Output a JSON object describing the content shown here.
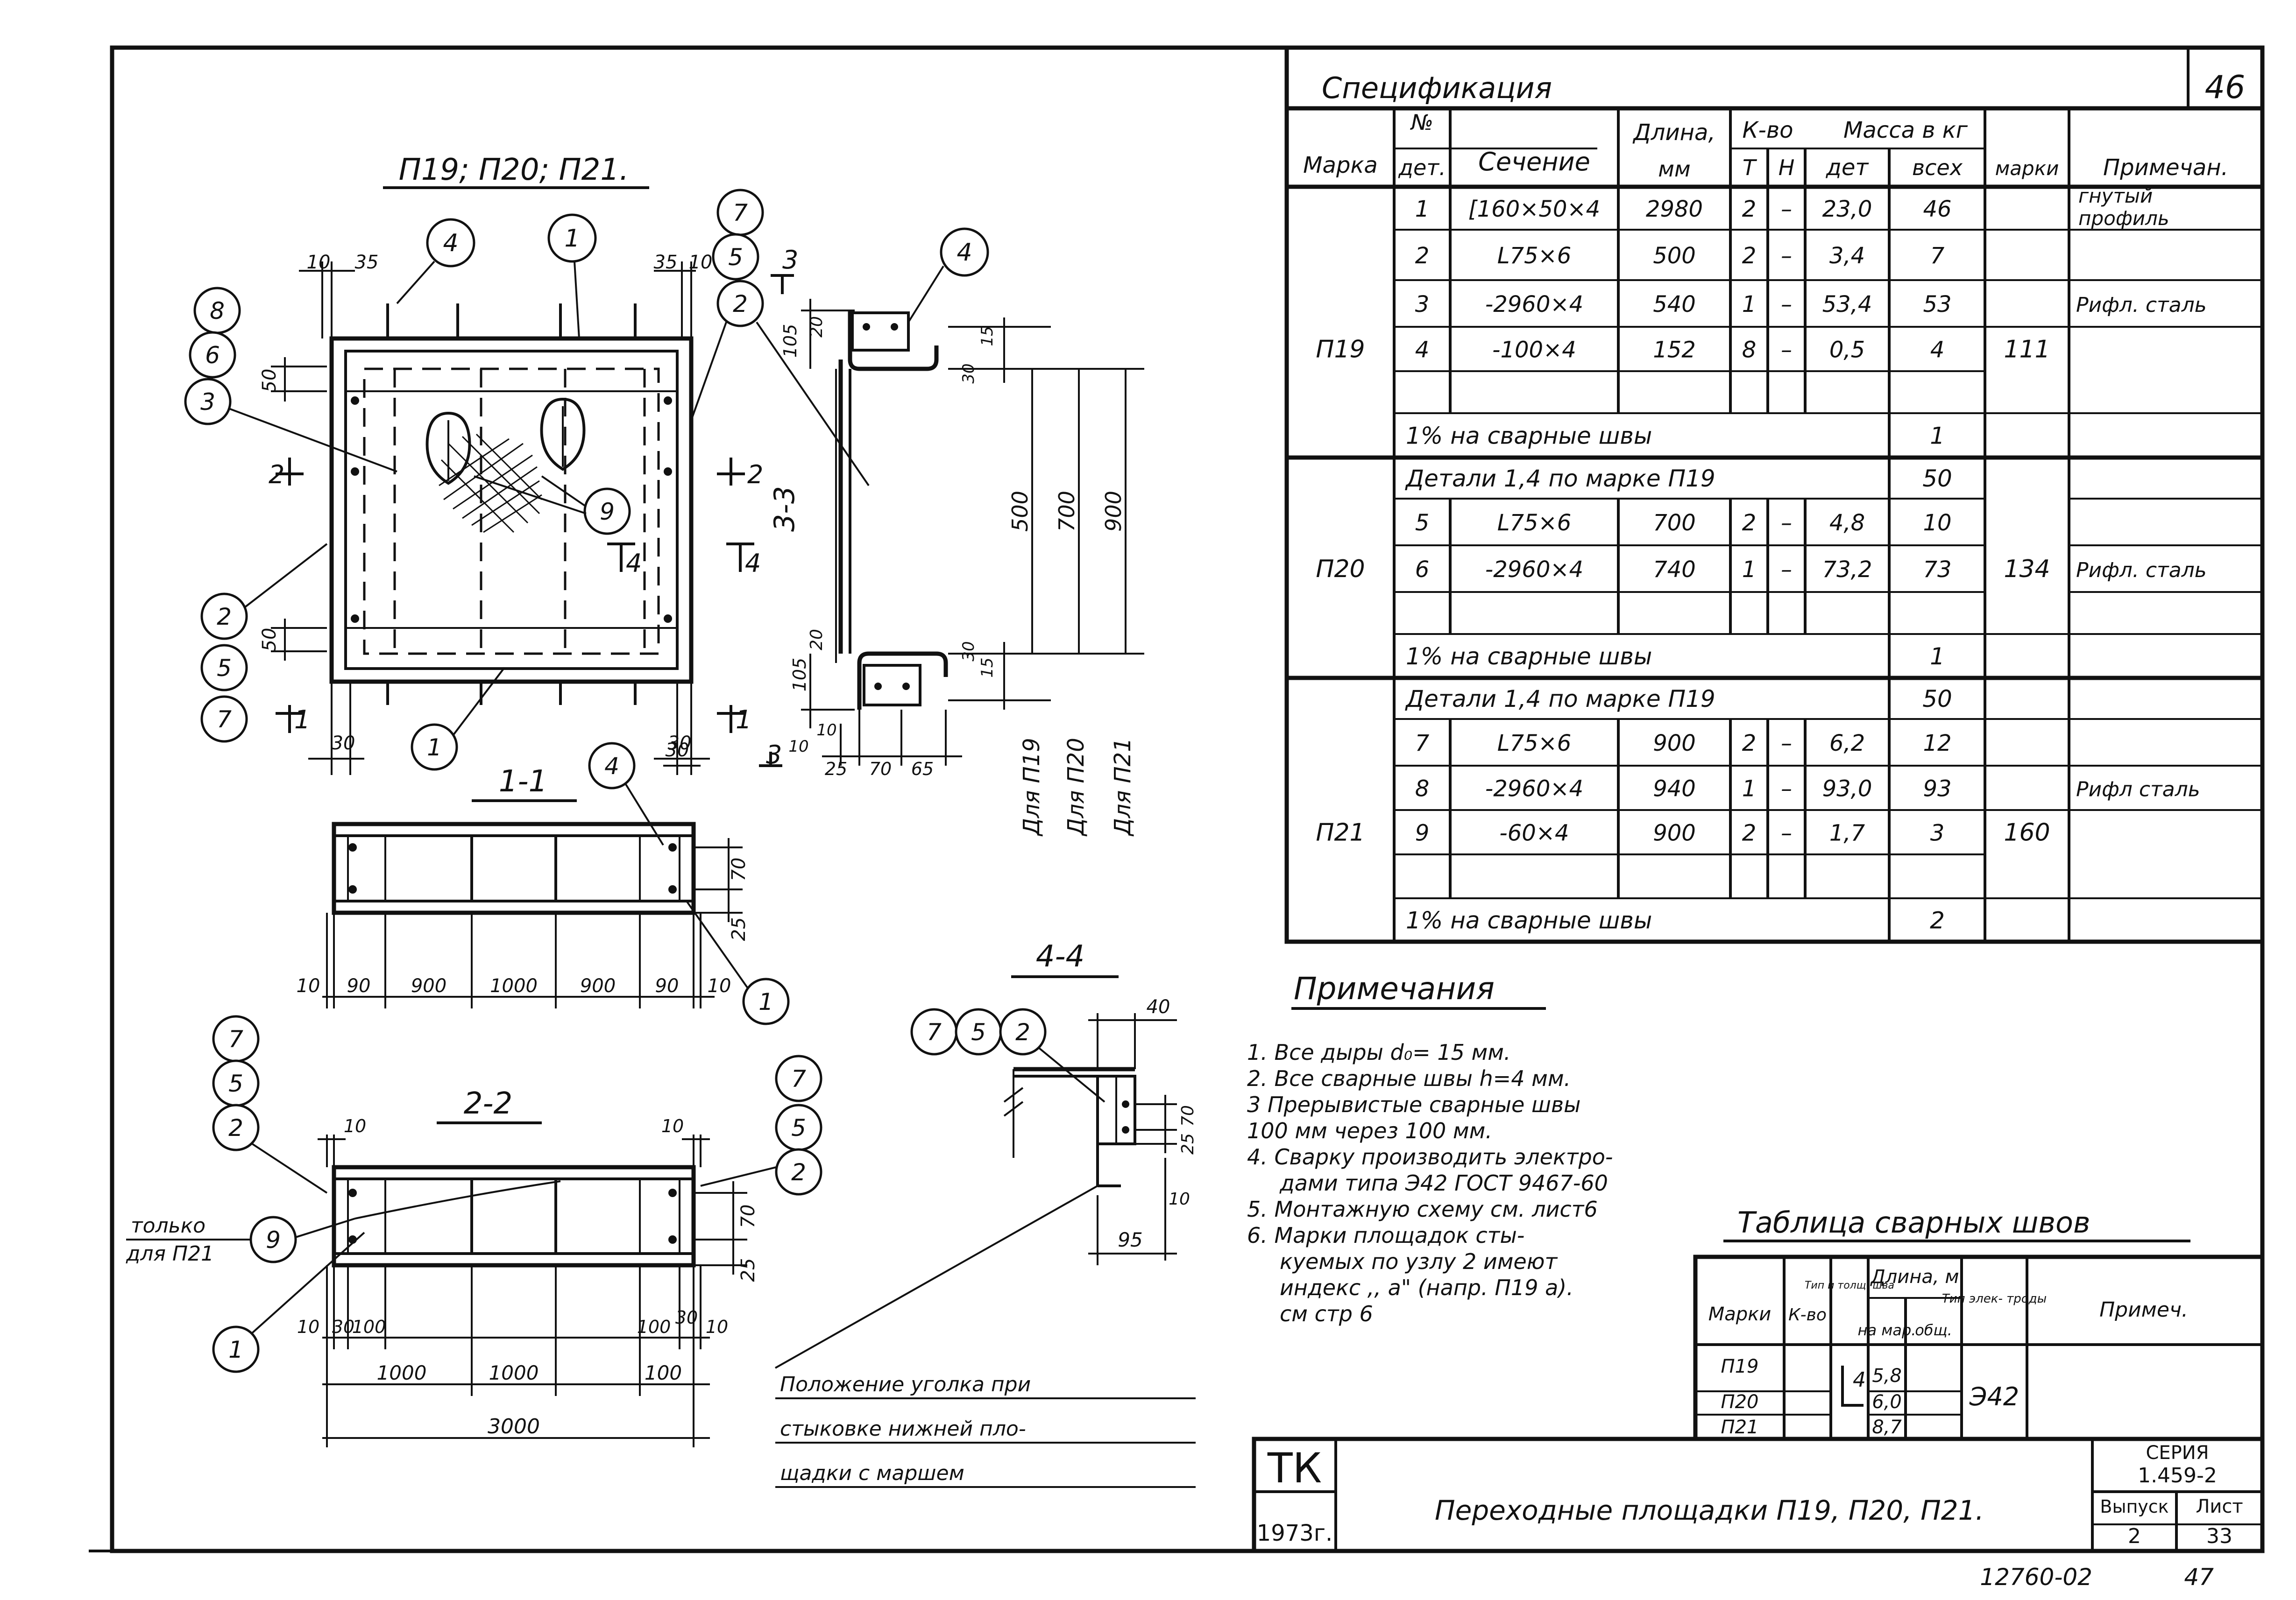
{
  "sheet": {
    "corner_number": "46",
    "stamp_org": "ТК",
    "stamp_year": "1973г.",
    "title": "Переходные площадки П19, П20, П21.",
    "series_label": "СЕРИЯ",
    "series_value": "1.459-2",
    "issue_label": "Выпуск",
    "issue_value": "2",
    "sheet_label": "Лист",
    "sheet_value": "33",
    "archive_code": "12760-02",
    "archive_page": "47"
  },
  "spec": {
    "title": "Спецификация",
    "headers": {
      "mark": "Марка",
      "det_no_top": "№",
      "det_no_bottom": "дет.",
      "section": "Сечение",
      "length_top": "Длина,",
      "length_bottom": "мм",
      "qty": "К-во",
      "qty_t": "Т",
      "qty_n": "Н",
      "mass": "Масса в кг",
      "mass_det": "дет",
      "mass_all": "всех",
      "mass_mark": "марки",
      "note": "Примечан."
    },
    "rows": [
      {
        "mark": "",
        "det": "1",
        "section": "[160×50×4",
        "length": "2980",
        "t": "2",
        "n": "–",
        "m_det": "23,0",
        "m_all": "46",
        "m_mark": "",
        "note": "гнутый профиль"
      },
      {
        "mark": "",
        "det": "2",
        "section": "L75×6",
        "length": "500",
        "t": "2",
        "n": "–",
        "m_det": "3,4",
        "m_all": "7",
        "m_mark": "",
        "note": ""
      },
      {
        "mark": "",
        "det": "3",
        "section": "-2960×4",
        "length": "540",
        "t": "1",
        "n": "–",
        "m_det": "53,4",
        "m_all": "53",
        "m_mark": "",
        "note": "Рифл. сталь"
      },
      {
        "mark": "П19",
        "det": "4",
        "section": "-100×4",
        "length": "152",
        "t": "8",
        "n": "–",
        "m_det": "0,5",
        "m_all": "4",
        "m_mark": "111",
        "note": ""
      },
      {
        "mark": "",
        "det": "",
        "section": "",
        "length": "",
        "t": "",
        "n": "",
        "m_det": "",
        "m_all": "",
        "m_mark": "",
        "note": ""
      },
      {
        "span": "1% на сварные швы",
        "m_all": "1"
      },
      {
        "span": "Детали 1,4 по марке П19",
        "m_all": "50"
      },
      {
        "mark": "",
        "det": "5",
        "section": "L75×6",
        "length": "700",
        "t": "2",
        "n": "–",
        "m_det": "4,8",
        "m_all": "10",
        "m_mark": "",
        "note": ""
      },
      {
        "mark": "П20",
        "det": "6",
        "section": "-2960×4",
        "length": "740",
        "t": "1",
        "n": "–",
        "m_det": "73,2",
        "m_all": "73",
        "m_mark": "134",
        "note": "Рифл. сталь"
      },
      {
        "mark": "",
        "det": "",
        "section": "",
        "length": "",
        "t": "",
        "n": "",
        "m_det": "",
        "m_all": "",
        "m_mark": "",
        "note": ""
      },
      {
        "span": "1% на сварные швы",
        "m_all": "1"
      },
      {
        "span": "Детали 1,4 по марке П19",
        "m_all": "50"
      },
      {
        "mark": "",
        "det": "7",
        "section": "L75×6",
        "length": "900",
        "t": "2",
        "n": "–",
        "m_det": "6,2",
        "m_all": "12",
        "m_mark": "",
        "note": ""
      },
      {
        "mark": "",
        "det": "8",
        "section": "-2960×4",
        "length": "940",
        "t": "1",
        "n": "–",
        "m_det": "93,0",
        "m_all": "93",
        "m_mark": "",
        "note": "Рифл сталь"
      },
      {
        "mark": "П21",
        "det": "9",
        "section": "-60×4",
        "length": "900",
        "t": "2",
        "n": "–",
        "m_det": "1,7",
        "m_all": "3",
        "m_mark": "160",
        "note": ""
      },
      {
        "mark": "",
        "det": "",
        "section": "",
        "length": "",
        "t": "",
        "n": "",
        "m_det": "",
        "m_all": "",
        "m_mark": "",
        "note": ""
      },
      {
        "span": "1% на сварные швы",
        "m_all": "2"
      }
    ]
  },
  "notes": {
    "title": "Примечания",
    "items": [
      "1. Все дыры d₀= 15 мм.",
      "2. Все сварные швы h=4 мм.",
      "3 Прерывистые сварные швы",
      "100 мм через 100 мм.",
      "4. Сварку производить электро-",
      "дами типа Э42 ГОСТ 9467-60",
      "5. Монтажную схему см. лист6",
      "6. Марки площадок сты-",
      "куемых по узлу 2 имеют",
      "индекс ,, а\" (напр. П19 а).",
      "см стр 6"
    ]
  },
  "weld_table": {
    "title": "Таблица сварных швов",
    "headers": {
      "mark": "Марки",
      "qty": "К-во",
      "type": "Тип и толщ. шва",
      "length": "Длина, м",
      "per_mark": "на мар.",
      "total": "общ.",
      "electrode": "Тип элек- троды",
      "note": "Примеч."
    },
    "marks": [
      "П19",
      "П20",
      "П21"
    ],
    "lengths": [
      "5,8",
      "6,0",
      "8,7"
    ],
    "weld_size": "4",
    "electrode": "Э42"
  },
  "views": {
    "plan_title": "П19; П20; П21.",
    "s11": "1-1",
    "s22": "2-2",
    "s33": "3-3",
    "s44": "4-4",
    "for_p19": "Для П19",
    "for_p20": "Для П20",
    "for_p21": "Для П21",
    "only_p21_a": "только",
    "only_p21_b": "для П21",
    "angle_note": [
      "Положение уголка при",
      "стыковке нижней пло-",
      "щадки с маршем"
    ],
    "cut_marks": {
      "c1": "1",
      "c2": "2",
      "c3": "3",
      "c4": "4"
    },
    "callouts": {
      "c1": "1",
      "c2": "2",
      "c3": "3",
      "c4": "4",
      "c5": "5",
      "c6": "6",
      "c7": "7",
      "c8": "8",
      "c9": "9"
    },
    "dims": {
      "d10": "10",
      "d35": "35",
      "d50": "50",
      "d30": "30",
      "d105": "105",
      "d20": "20",
      "d15": "15",
      "d500": "500",
      "d700": "700",
      "d900": "900",
      "d25": "25",
      "d70": "70",
      "d65": "65",
      "d90": "90",
      "d1000": "1000",
      "d100": "100",
      "d3000": "3000",
      "d40": "40",
      "d95": "95"
    }
  }
}
